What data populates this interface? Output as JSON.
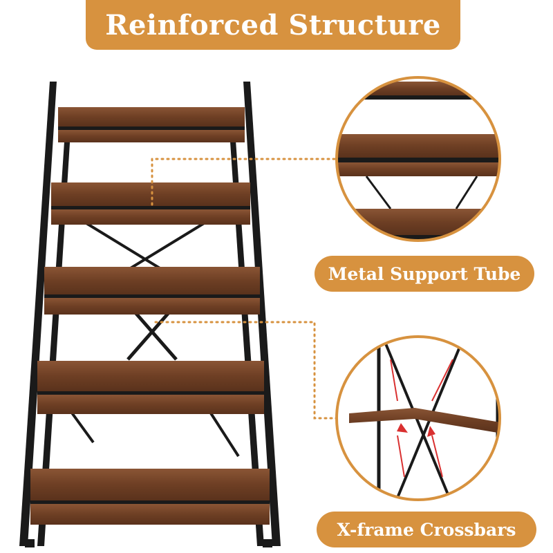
{
  "header": {
    "title": "Reinforced Structure"
  },
  "callouts": [
    {
      "label": "Metal Support Tube",
      "icon": "zoom-circle-support-tube"
    },
    {
      "label": "X-frame Crossbars",
      "icon": "zoom-circle-crossbars"
    }
  ],
  "colors": {
    "accent": "#d7923f",
    "wood": "#7a4a2c",
    "metal": "#1a1a1a",
    "background": "#ffffff"
  }
}
